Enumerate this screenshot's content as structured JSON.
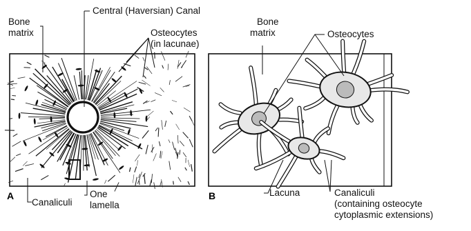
{
  "panel_a": {
    "letter": "A",
    "labels": {
      "bone_matrix_1": "Bone",
      "bone_matrix_2": "matrix",
      "central_canal": "Central (Haversian) Canal",
      "osteocytes_1": "Osteocytes",
      "osteocytes_2": "(in lacunae)",
      "canaliculi": "Canaliculi",
      "lamella_1": "One",
      "lamella_2": "lamella"
    }
  },
  "panel_b": {
    "letter": "B",
    "labels": {
      "bone_matrix_1": "Bone",
      "bone_matrix_2": "matrix",
      "osteocytes": "Osteocytes",
      "lacuna": "Lacuna",
      "canaliculi_1": "Canaliculi",
      "canaliculi_2": "(containing osteocyte",
      "canaliculi_3": "cytoplasmic extensions)"
    }
  },
  "colors": {
    "ink": "#111111",
    "background": "#ffffff",
    "shade": "#d9d9d9"
  }
}
